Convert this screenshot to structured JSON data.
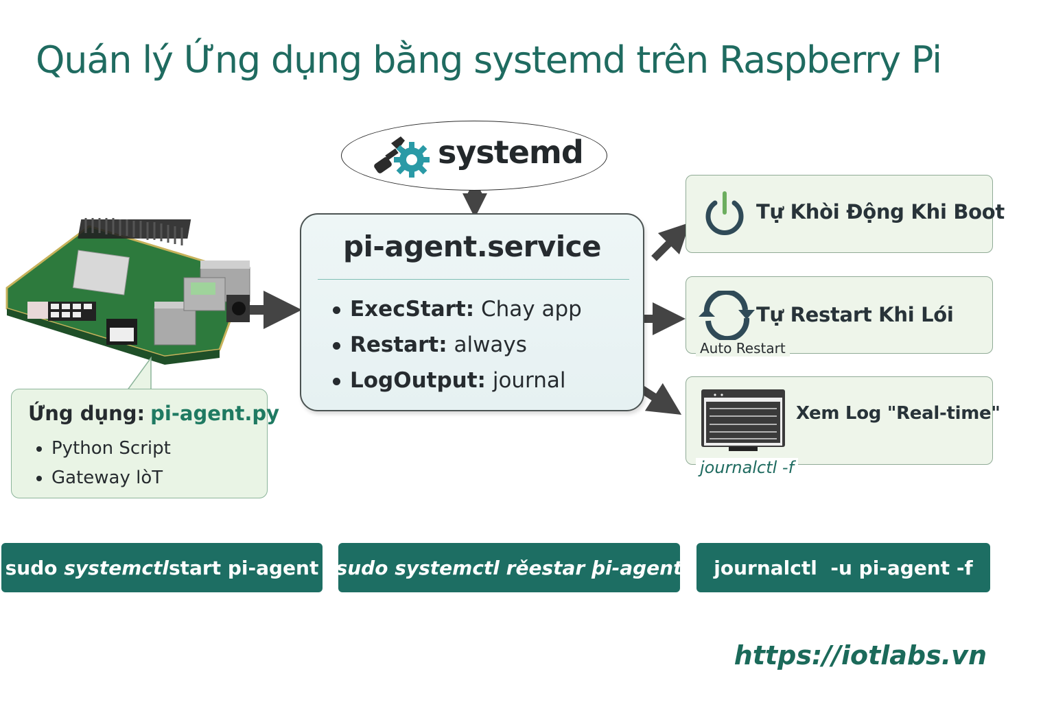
{
  "title": "Quán lý Ứng dụng bằng systemd trên Raspberry Pi",
  "systemd": {
    "label": "systemd",
    "icon": "gear-wrench-icon"
  },
  "service": {
    "title": "pi-agent.service",
    "items": [
      {
        "key": "ExecStart:",
        "value": "Chay app"
      },
      {
        "key": "Restart:",
        "value": "always"
      },
      {
        "key": "LogOutput:",
        "value": "journal"
      }
    ]
  },
  "app": {
    "label": "Ứng dụng:",
    "name": "pi-agent.py",
    "items": [
      "Python Script",
      "Gateway lòT"
    ]
  },
  "features": [
    {
      "label": "Tự Khòi Động Khi Boot",
      "icon": "power-icon"
    },
    {
      "label": "Tự Restart Khi Lói",
      "sub": "Auto Restart",
      "icon": "refresh-icon"
    },
    {
      "label": "Xem Log \"Real-time\"",
      "sub": "journalctl -f",
      "icon": "terminal-window-icon"
    }
  ],
  "commands": {
    "start": {
      "pre": "sudo ",
      "ital": "systemctl",
      "post": " start pi-agent"
    },
    "restart": "sudo systemctl rěestar þi-agent",
    "journal": "journalctl  -u pi-agent -f"
  },
  "footer": {
    "url": "https://iotlabs.vn"
  },
  "colors": {
    "brand": "#1d6e63",
    "title": "#1f6b60",
    "panel_green": "#eef5ea",
    "service_bg": "#eaf4f4"
  }
}
